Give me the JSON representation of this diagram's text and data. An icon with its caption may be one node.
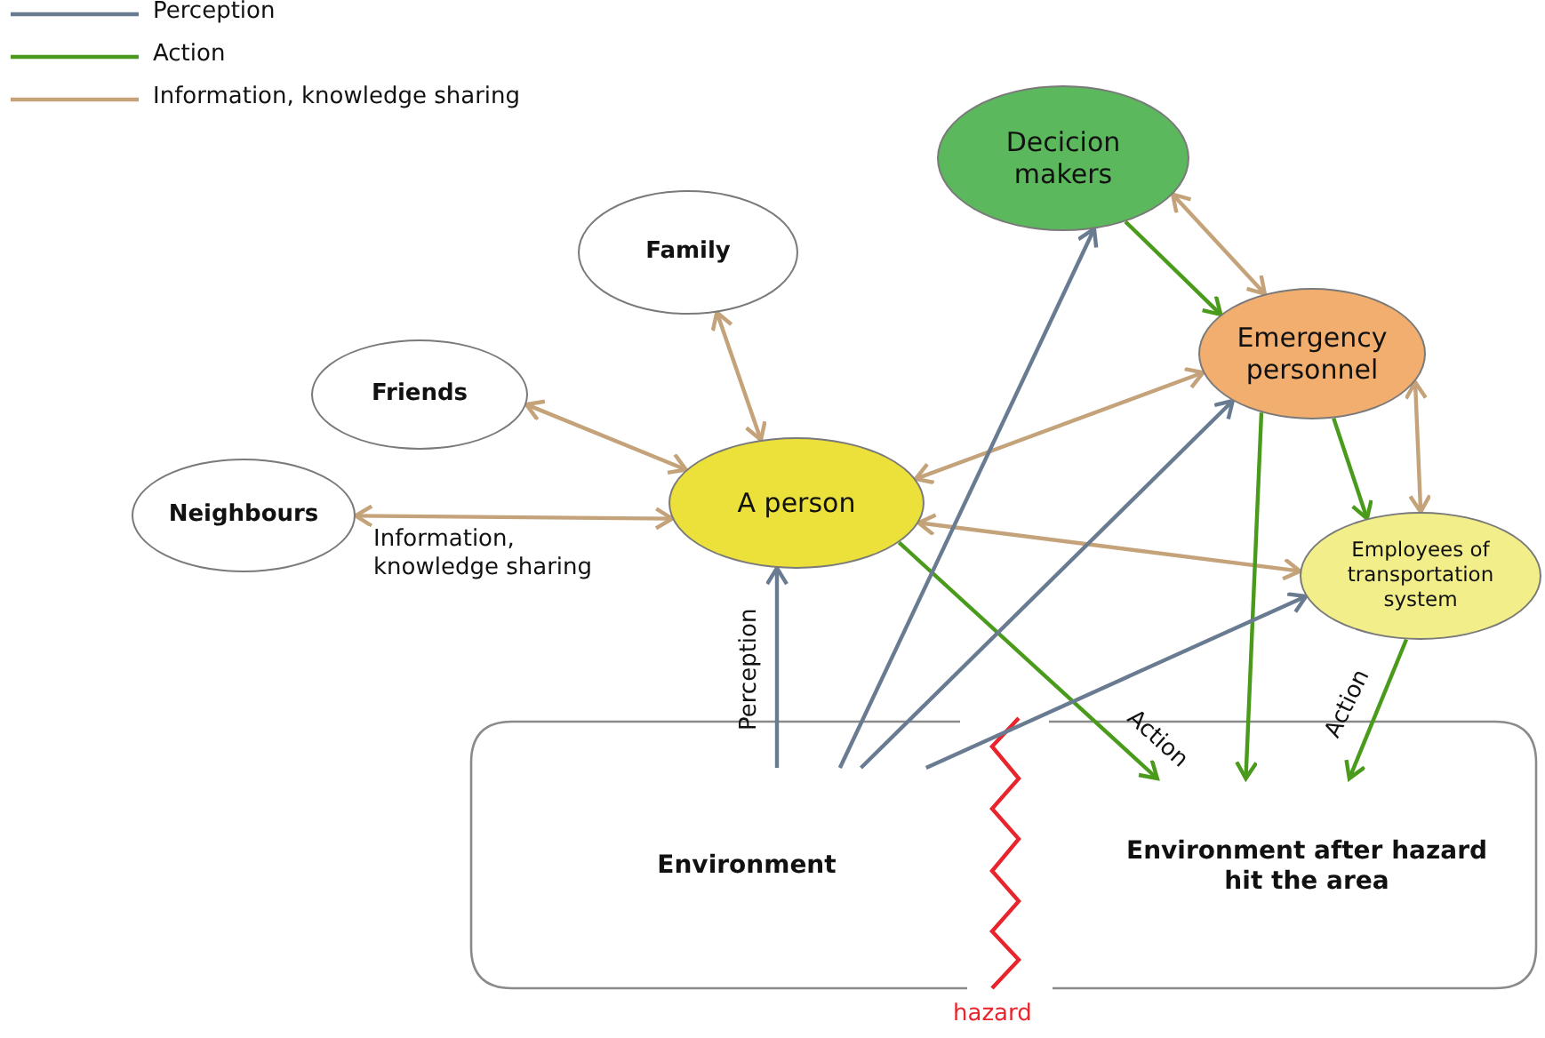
{
  "diagram": {
    "nodes": [
      {
        "text": [
          "Family"
        ]
      },
      {
        "text": [
          "Friends"
        ]
      },
      {
        "text": [
          "Neighbours"
        ]
      },
      {
        "text": [
          "A person"
        ]
      },
      {
        "text": [
          "Decicion makers"
        ]
      },
      {
        "text": [
          "Emergency personnel"
        ]
      },
      {
        "text": [
          "Employees of transportation system"
        ]
      },
      {
        "text": [],
        "shape": "box"
      },
      {
        "text": [
          "Environment"
        ],
        "in": 7
      },
      {
        "text": [
          "Environment after hazard hit the area"
        ],
        "in": 7
      }
    ],
    "edges": [
      {
        "from": 0,
        "to": 3,
        "arrow": "both"
      },
      {
        "from": 1,
        "to": 3,
        "arrow": "both"
      },
      {
        "from": 2,
        "to": 3,
        "arrow": "both",
        "label": "Information, knowledge sharing"
      },
      {
        "from": 3,
        "to": 5,
        "arrow": "both"
      },
      {
        "from": 3,
        "to": 6,
        "arrow": "both"
      },
      {
        "from": 4,
        "to": 5,
        "arrow": "both"
      },
      {
        "from": 5,
        "to": 6,
        "arrow": "both"
      },
      {
        "from": 4,
        "to": 5,
        "arrow": "to",
        "color": "#4a9a1c"
      },
      {
        "from": 5,
        "to": 6,
        "arrow": "to",
        "color": "#4a9a1c"
      },
      {
        "from": 3,
        "to": 9,
        "arrow": "to",
        "color": "#4a9a1c",
        "label": "Action"
      },
      {
        "from": 5,
        "to": 9,
        "arrow": "to",
        "color": "#4a9a1c"
      },
      {
        "from": 6,
        "to": 9,
        "arrow": "to",
        "color": "#4a9a1c",
        "label": "Action"
      },
      {
        "from": 8,
        "to": 3,
        "arrow": "to",
        "color": "#687b90",
        "label": "Perception"
      },
      {
        "from": 8,
        "to": 4,
        "arrow": "to",
        "color": "#687b90"
      },
      {
        "from": 8,
        "to": 5,
        "arrow": "to",
        "color": "#687b90"
      },
      {
        "from": 8,
        "to": 6,
        "arrow": "to",
        "color": "#687b90"
      }
    ],
    "labels": [
      "hazard"
    ],
    "legend": [
      {
        "text": "Perception"
      },
      {
        "text": "Action"
      },
      {
        "text": "Information, knowledge sharing"
      }
    ]
  }
}
